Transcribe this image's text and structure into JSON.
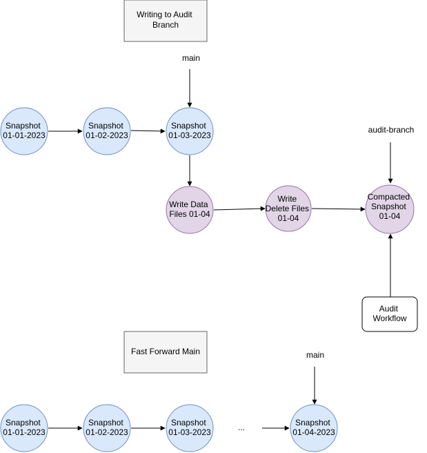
{
  "colors": {
    "snapshot_fill": "#dae8fc",
    "snapshot_stroke": "#6c8ebf",
    "write_fill": "#e1d5e7",
    "write_stroke": "#9673a6",
    "label_box_fill": "#f5f5f5",
    "label_box_stroke": "#666666",
    "workflow_fill": "#ffffff",
    "workflow_stroke": "#000000",
    "edge": "#000000"
  },
  "section_top": {
    "title_lines": [
      "Writing to Audit",
      "Branch"
    ],
    "main_label": "main",
    "audit_branch_label": "audit-branch",
    "snapshots": [
      {
        "lines": [
          "Snapshot",
          "01-01-2023"
        ]
      },
      {
        "lines": [
          "Snapshot",
          "01-02-2023"
        ]
      },
      {
        "lines": [
          "Snapshot",
          "01-03-2023"
        ]
      }
    ],
    "write_data": {
      "lines": [
        "Write Data",
        "Files 01-04"
      ]
    },
    "write_delete": {
      "lines": [
        "Write",
        "Delete Files",
        "01-04"
      ]
    },
    "compacted": {
      "lines": [
        "Compacted",
        "Snapshot",
        "01-04"
      ]
    },
    "audit_workflow": {
      "lines": [
        "Audit",
        "Workflow"
      ]
    }
  },
  "section_bottom": {
    "title_lines": [
      "Fast Forward Main"
    ],
    "main_label": "main",
    "ellipsis": "...",
    "snapshots": [
      {
        "lines": [
          "Snapshot",
          "01-01-2023"
        ]
      },
      {
        "lines": [
          "Snapshot",
          "01-02-2023"
        ]
      },
      {
        "lines": [
          "Snapshot",
          "01-03-2023"
        ]
      },
      {
        "lines": [
          "Snapshot",
          "01-04-2023"
        ]
      }
    ]
  }
}
